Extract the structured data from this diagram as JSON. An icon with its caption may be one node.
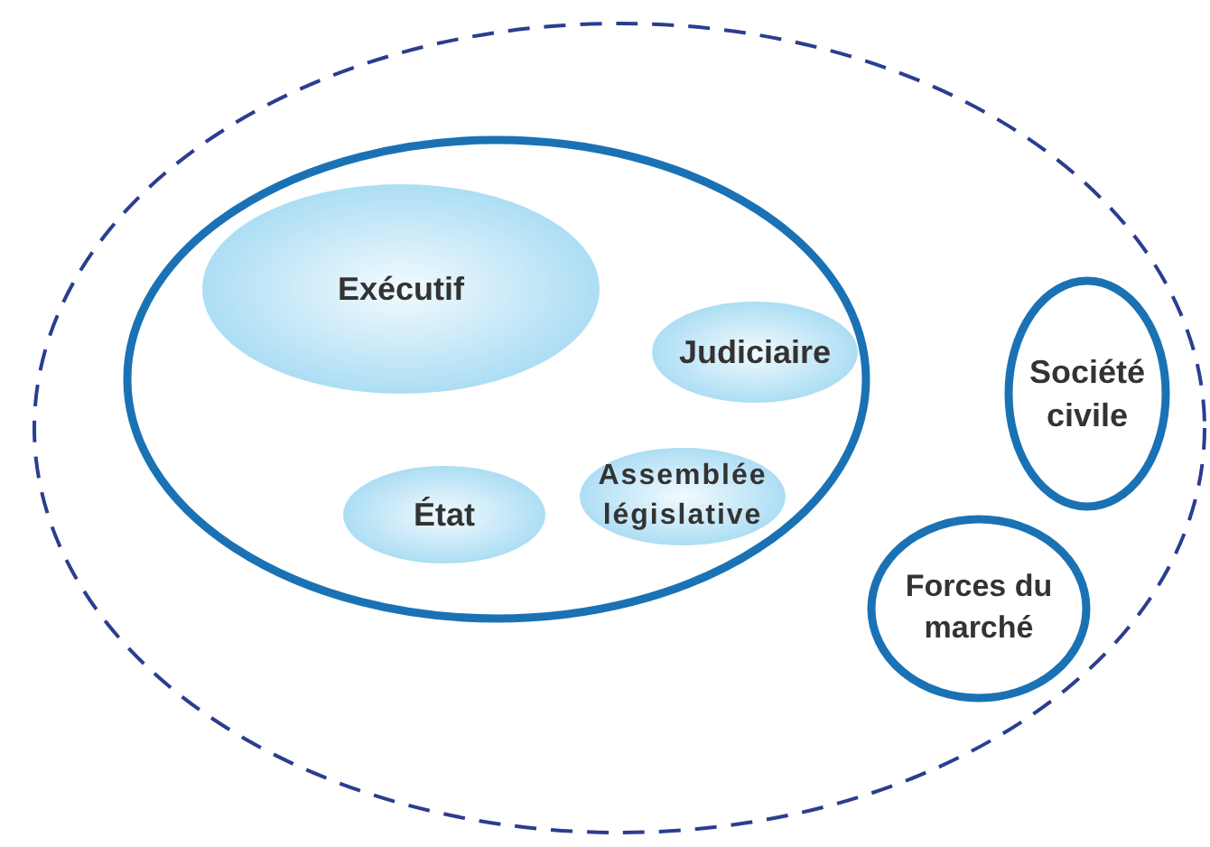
{
  "diagram": {
    "nodes": [
      {
        "text": [],
        "shape": "ellipse"
      },
      {
        "text": [],
        "shape": "ellipse",
        "in": 0
      },
      {
        "text": [
          "Exécutif"
        ],
        "in": 1
      },
      {
        "text": [
          "Judiciaire"
        ],
        "in": 1
      },
      {
        "text": [
          "État"
        ],
        "in": 1
      },
      {
        "text": [
          "Assemblée législative"
        ],
        "in": 1
      },
      {
        "text": [
          "Société civile"
        ],
        "in": 0
      },
      {
        "text": [
          "Forces du marché"
        ],
        "in": 0
      }
    ]
  }
}
